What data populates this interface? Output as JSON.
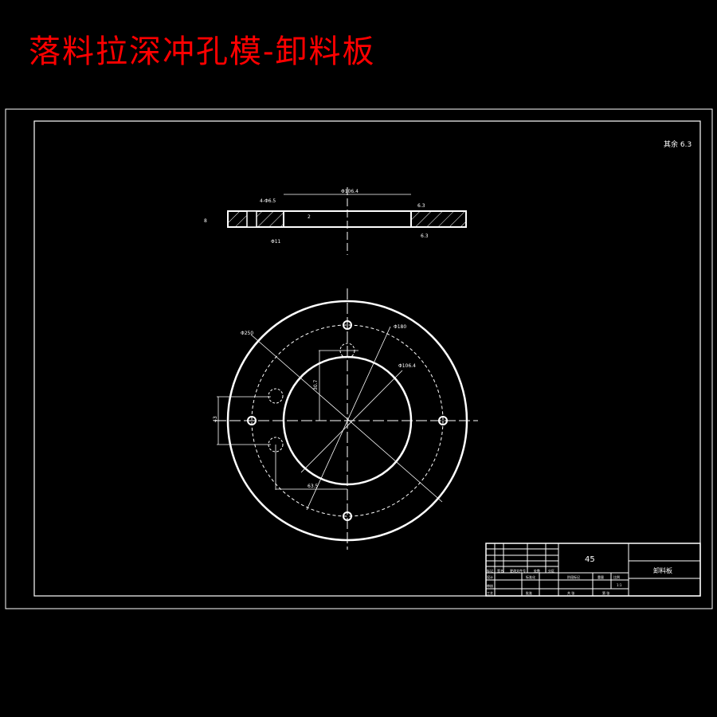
{
  "title": "落料拉深冲孔模-卸料板",
  "colors": {
    "background": "#000000",
    "title": "#ff0000",
    "lines": "#ffffff"
  },
  "roughness_note": "其余 6.3",
  "side_view": {
    "dim_inner": "Φ106.4",
    "dim_hole": "4-Φ6.5",
    "dim_thickness": "8",
    "dim_counterbore": "Φ11",
    "dim_depth": "2",
    "rough_top": "6.3",
    "rough_bottom": "6.3"
  },
  "plan_view": {
    "dim_outer": "Φ250",
    "dim_bolt": "Φ180",
    "dim_inner": "Φ106.4",
    "dim_vertical": "30.7",
    "dim_left": "43",
    "dim_bottom": "63.5"
  },
  "title_block": {
    "material": "45",
    "part_name": "卸料板",
    "labels": [
      "标记",
      "处数",
      "分区",
      "更改文件号",
      "签名",
      "设计",
      "标准化",
      "阶段标记",
      "重量",
      "比例",
      "审核",
      "工艺",
      "批准",
      "共 张",
      "第 张",
      "1:1"
    ]
  }
}
